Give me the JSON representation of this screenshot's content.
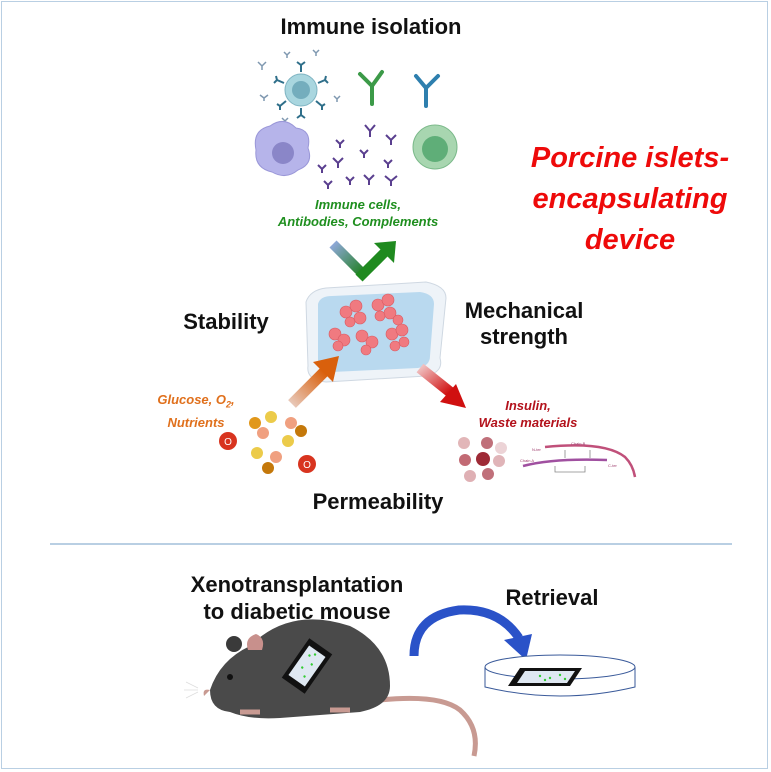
{
  "headings": {
    "immune_isolation": "Immune isolation",
    "stability": "Stability",
    "mechanical_strength": [
      "Mechanical",
      "strength"
    ],
    "permeability": "Permeability",
    "xenotransplantation": [
      "Xenotransplantation",
      "to diabetic mouse"
    ],
    "retrieval": "Retrieval"
  },
  "title": [
    "Porcine islets-",
    "encapsulating",
    "device"
  ],
  "labels": {
    "immune": [
      "Immune cells,",
      "Antibodies, Complements"
    ],
    "nutrients_prefix": "Glucose, O",
    "nutrients_sub": "2",
    "nutrients_suffix": ",",
    "nutrients_line2": "Nutrients",
    "insulin": [
      "Insulin,",
      "Waste materials"
    ],
    "oxygen_symbol": "O",
    "insulin_chain": {
      "chain_a": "Chain A",
      "chain_b": "Chain B",
      "n_ter": "N-ter",
      "c_ter": "C-ter"
    }
  },
  "colors": {
    "title": "#ee0a0a",
    "immune_text": "#1f8f1f",
    "nutrient_text": "#e0701c",
    "insulin_text": "#b3121c",
    "retrieval_arrow": "#2a52c8",
    "divider": "#b9cfe3"
  }
}
